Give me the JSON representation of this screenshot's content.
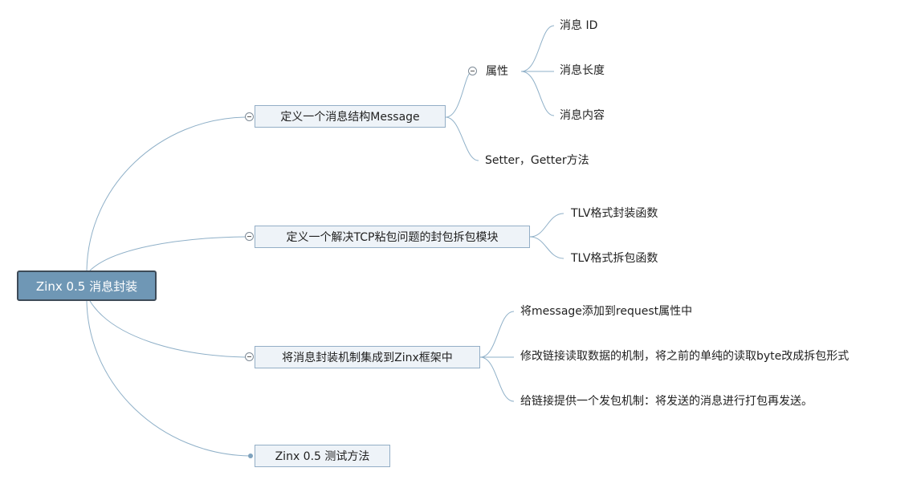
{
  "root": {
    "label": "Zinx 0.5 消息封装"
  },
  "branches": [
    {
      "label": "定义一个消息结构Message",
      "children": [
        {
          "label": "属性",
          "children": [
            "消息 ID",
            "消息长度",
            "消息内容"
          ]
        },
        {
          "label": "Setter，Getter方法"
        }
      ]
    },
    {
      "label": "定义一个解决TCP粘包问题的封包拆包模块",
      "children": [
        {
          "label": "TLV格式封装函数"
        },
        {
          "label": "TLV格式拆包函数"
        }
      ]
    },
    {
      "label": "将消息封装机制集成到Zinx框架中",
      "children": [
        {
          "label": "将message添加到request属性中"
        },
        {
          "label": "修改链接读取数据的机制，将之前的单纯的读取byte改成拆包形式"
        },
        {
          "label": "给链接提供一个发包机制：将发送的消息进行打包再发送。"
        }
      ]
    },
    {
      "label": "Zinx 0.5 测试方法"
    }
  ],
  "colors": {
    "root_fill": "#6f97b5",
    "root_border": "#3e4b58",
    "node_fill": "#eef3f8",
    "node_border": "#93aec6",
    "connector": "#8fb0c8"
  }
}
